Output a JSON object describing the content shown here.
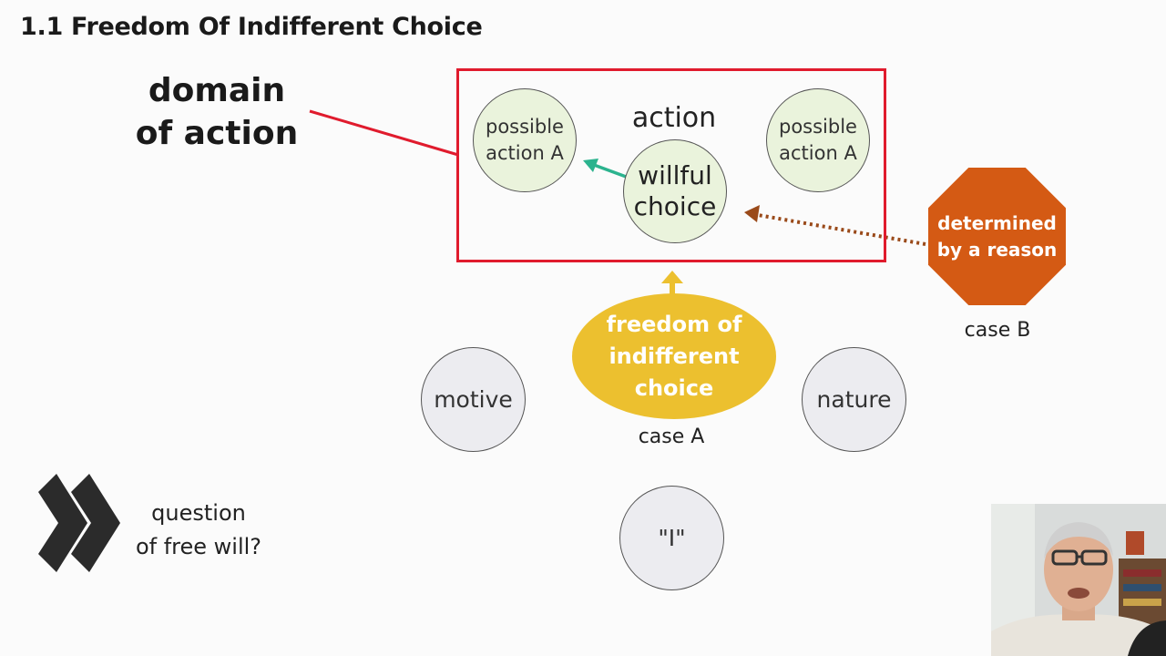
{
  "slide": {
    "title": "1.1 Freedom Of Indifferent Choice",
    "domain_label_line1": "domain",
    "domain_label_line2": "of action"
  },
  "diagram": {
    "action_label": "action",
    "possible_left_line1": "possible",
    "possible_left_line2": "action A",
    "possible_right_line1": "possible",
    "possible_right_line2": "action A",
    "willful_line1": "willful",
    "willful_line2": "choice",
    "reason_line1": "determined",
    "reason_line2": "by a reason",
    "case_b": "case B",
    "freedom_line1": "freedom of",
    "freedom_line2": "indifferent",
    "freedom_line3": "choice",
    "case_a": "case A",
    "motive": "motive",
    "nature": "nature",
    "self": "\"I\"",
    "question_line1": "question",
    "question_line2": "of free will?"
  },
  "colors": {
    "frame": "#e01b2d",
    "arrow_green": "#2bb38e",
    "arrow_brown": "#9a4a1a",
    "reason_fill": "#d45a14",
    "freedom_fill": "#ecc02f",
    "circle_green": "#eaf3dc",
    "circle_grey": "#ececf0"
  },
  "icons": {
    "chevrons": "double-chevron-right-icon"
  }
}
